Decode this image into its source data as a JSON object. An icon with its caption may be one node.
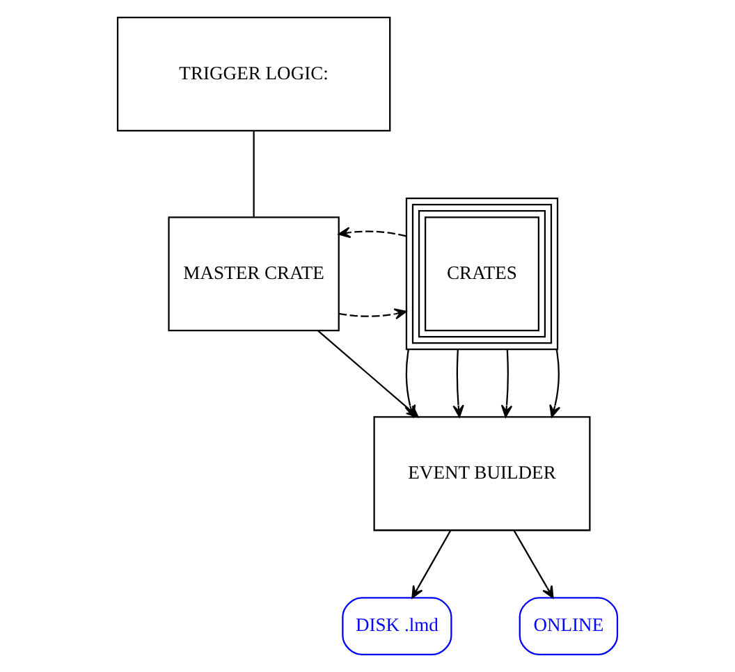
{
  "diagram": {
    "nodes": [
      {
        "text": [
          "TRIGGER LOGIC:"
        ]
      },
      {
        "text": [
          "MASTER CRATE"
        ]
      },
      {
        "text": [
          "CRATES"
        ]
      },
      {
        "text": [
          "EVENT BUILDER"
        ]
      },
      {
        "text": [
          "DISK .lmd"
        ]
      },
      {
        "text": [
          "ONLINE"
        ]
      }
    ],
    "edges": [
      {
        "from": 0,
        "to": 1,
        "arrow": "none"
      },
      {
        "from": 1,
        "to": 2,
        "arrow": "to",
        "style": "dashed"
      },
      {
        "from": 2,
        "to": 1,
        "arrow": "to",
        "style": "dashed"
      },
      {
        "from": 1,
        "to": 3,
        "arrow": "to"
      },
      {
        "from": 2,
        "to": 3,
        "arrow": "to"
      },
      {
        "from": 2,
        "to": 3,
        "arrow": "to"
      },
      {
        "from": 2,
        "to": 3,
        "arrow": "to"
      },
      {
        "from": 2,
        "to": 3,
        "arrow": "to"
      },
      {
        "from": 3,
        "to": 4,
        "arrow": "to"
      },
      {
        "from": 3,
        "to": 5,
        "arrow": "to"
      }
    ]
  }
}
